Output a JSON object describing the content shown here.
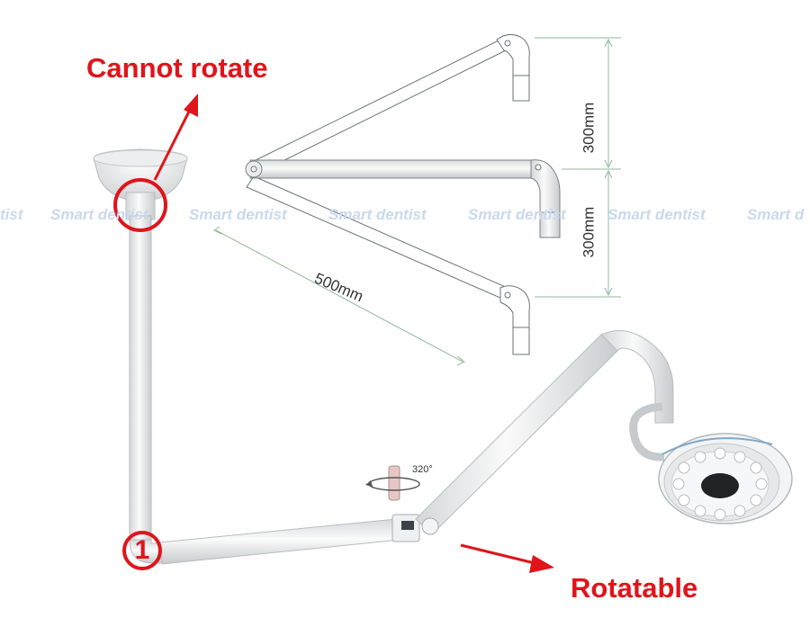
{
  "callouts": {
    "cannot_rotate": "Cannot rotate",
    "rotatable": "Rotatable",
    "joint_number": "1"
  },
  "watermarks": [
    "tist",
    "Smart dentist",
    "Smart dentist",
    "Smart dentist",
    "Smart dentist",
    "Smart dentist",
    "Smart d"
  ],
  "dimensions": {
    "vertical_top": "300mm",
    "vertical_bottom": "300mm",
    "arm_length": "500mm"
  },
  "rotation_angle": "320°",
  "colors": {
    "accent": "#e0141b",
    "watermark": "#c9d9ee",
    "arm_fill": "#f2f3f3",
    "arm_stroke": "#b9bcbf",
    "dim_line": "#8fb89a"
  }
}
